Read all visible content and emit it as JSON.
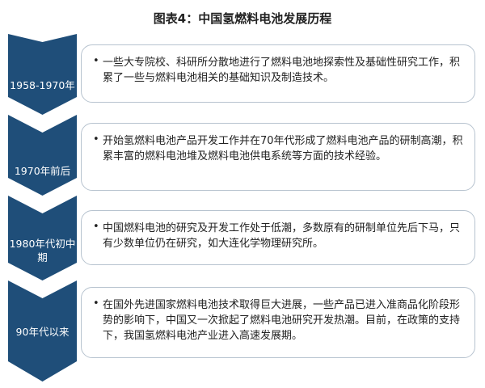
{
  "title": "图表4：中国氢燃料电池发展历程",
  "colors": {
    "chevron": "#1f4e79",
    "card_border": "#b7c3cf"
  },
  "stages": [
    {
      "period": "1958-1970年",
      "text": "一些大专院校、科研所分散地进行了燃料电池地探索性及基础性研究工作，积累了一些与燃料电池相关的基础知识及制造技术。"
    },
    {
      "period": "1970年前后",
      "text": "开始氢燃料电池产品开发工作并在70年代形成了燃料电池产品的研制高潮，积累丰富的燃料电池堆及燃料电池供电系统等方面的技术经验。"
    },
    {
      "period": "1980年代初中期",
      "text": "中国燃料电池的研究及开发工作处于低潮，多数原有的研制单位先后下马，只有少数单位仍在研究，如大连化学物理研究所。"
    },
    {
      "period": "90年代以来",
      "text": "在国外先进国家燃料电池技术取得巨大进展，一些产品已进入准商品化阶段形势的影响下，中国又一次掀起了燃料电池研究开发热潮。目前，在政策的支持下，我国氢燃料电池产业进入高速发展期。"
    }
  ]
}
